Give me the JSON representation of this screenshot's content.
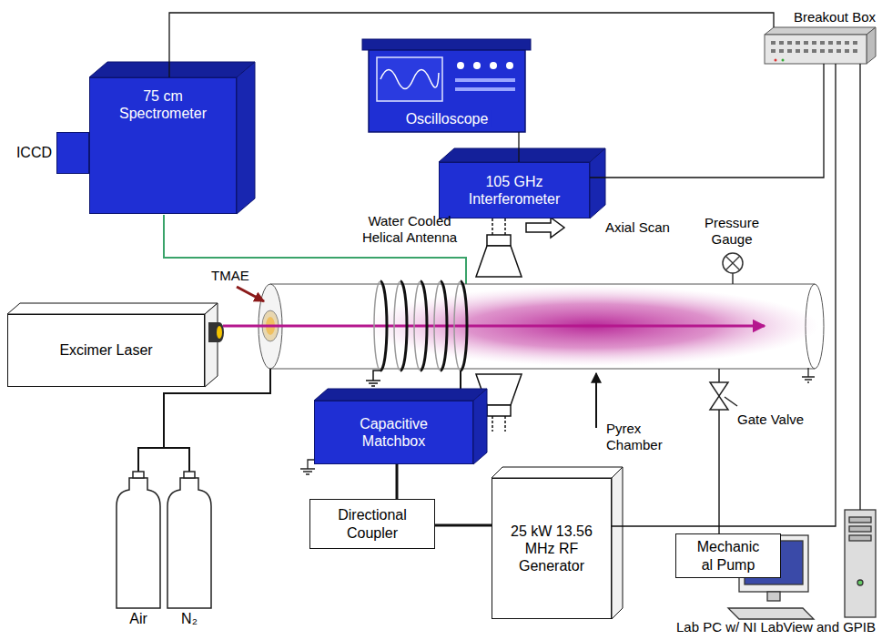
{
  "diagram": {
    "nodes": [
      {
        "text": [
          "ICCD"
        ]
      },
      {
        "text": [
          "75 cm Spectrometer"
        ]
      },
      {
        "text": [
          "Oscilloscope"
        ]
      },
      {
        "text": [
          "105 GHz Interferometer"
        ]
      },
      {
        "text": [
          "Breakout Box"
        ]
      },
      {
        "text": [
          "Excimer Laser"
        ]
      },
      {
        "text": [
          "Capacitive Matchbox"
        ]
      },
      {
        "text": [
          "Directional Coupler"
        ]
      },
      {
        "text": [
          "25 kW 13.56 MHz RF Generator"
        ]
      },
      {
        "text": [
          "Mechanic al Pump"
        ]
      },
      {
        "text": [
          "Lab PC w/ NI LabView and GPIB"
        ]
      },
      {
        "text": [
          "Air"
        ]
      },
      {
        "text": [
          "N₂"
        ]
      }
    ],
    "edges": [
      {
        "from": 1,
        "to": 4,
        "arrow": "none"
      },
      {
        "from": 2,
        "to": 3,
        "arrow": "none"
      },
      {
        "from": 3,
        "to": 4,
        "arrow": "none"
      },
      {
        "from": 6,
        "to": 7,
        "arrow": "none"
      },
      {
        "from": 7,
        "to": 8,
        "arrow": "none"
      },
      {
        "from": 8,
        "to": 4,
        "arrow": "none"
      },
      {
        "from": 10,
        "to": 4,
        "arrow": "none"
      }
    ],
    "labels": [
      "TMAE",
      "Water Cooled Helical Antenna",
      "Axial Scan",
      "Pressure Gauge",
      "Gate Valve",
      "Pyrex Chamber"
    ]
  }
}
